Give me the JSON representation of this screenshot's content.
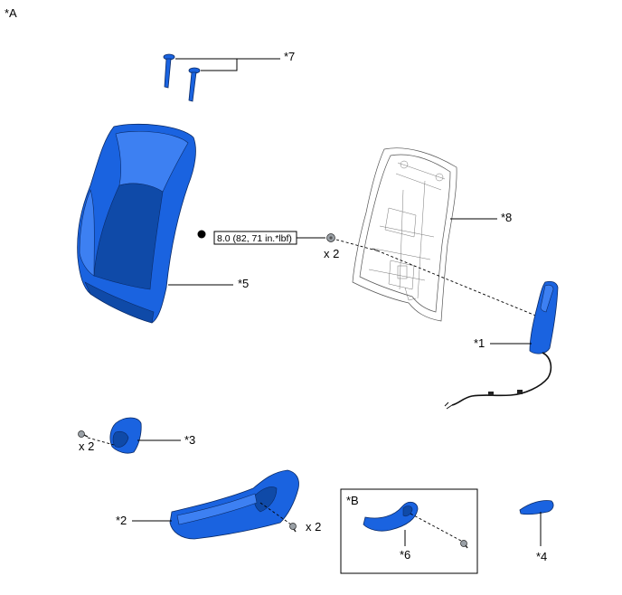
{
  "view_label": "*A",
  "sub_view_label": "*B",
  "torque_spec": "8.0 (82, 71 in.*lbf)",
  "qty_label": "x 2",
  "callouts": {
    "c1": "*1",
    "c2": "*2",
    "c3": "*3",
    "c4": "*4",
    "c5": "*5",
    "c6": "*6",
    "c7": "*7",
    "c8": "*8"
  },
  "colors": {
    "part": "#1a63e0",
    "outline": "#0a2a66",
    "frame": "#555555"
  }
}
